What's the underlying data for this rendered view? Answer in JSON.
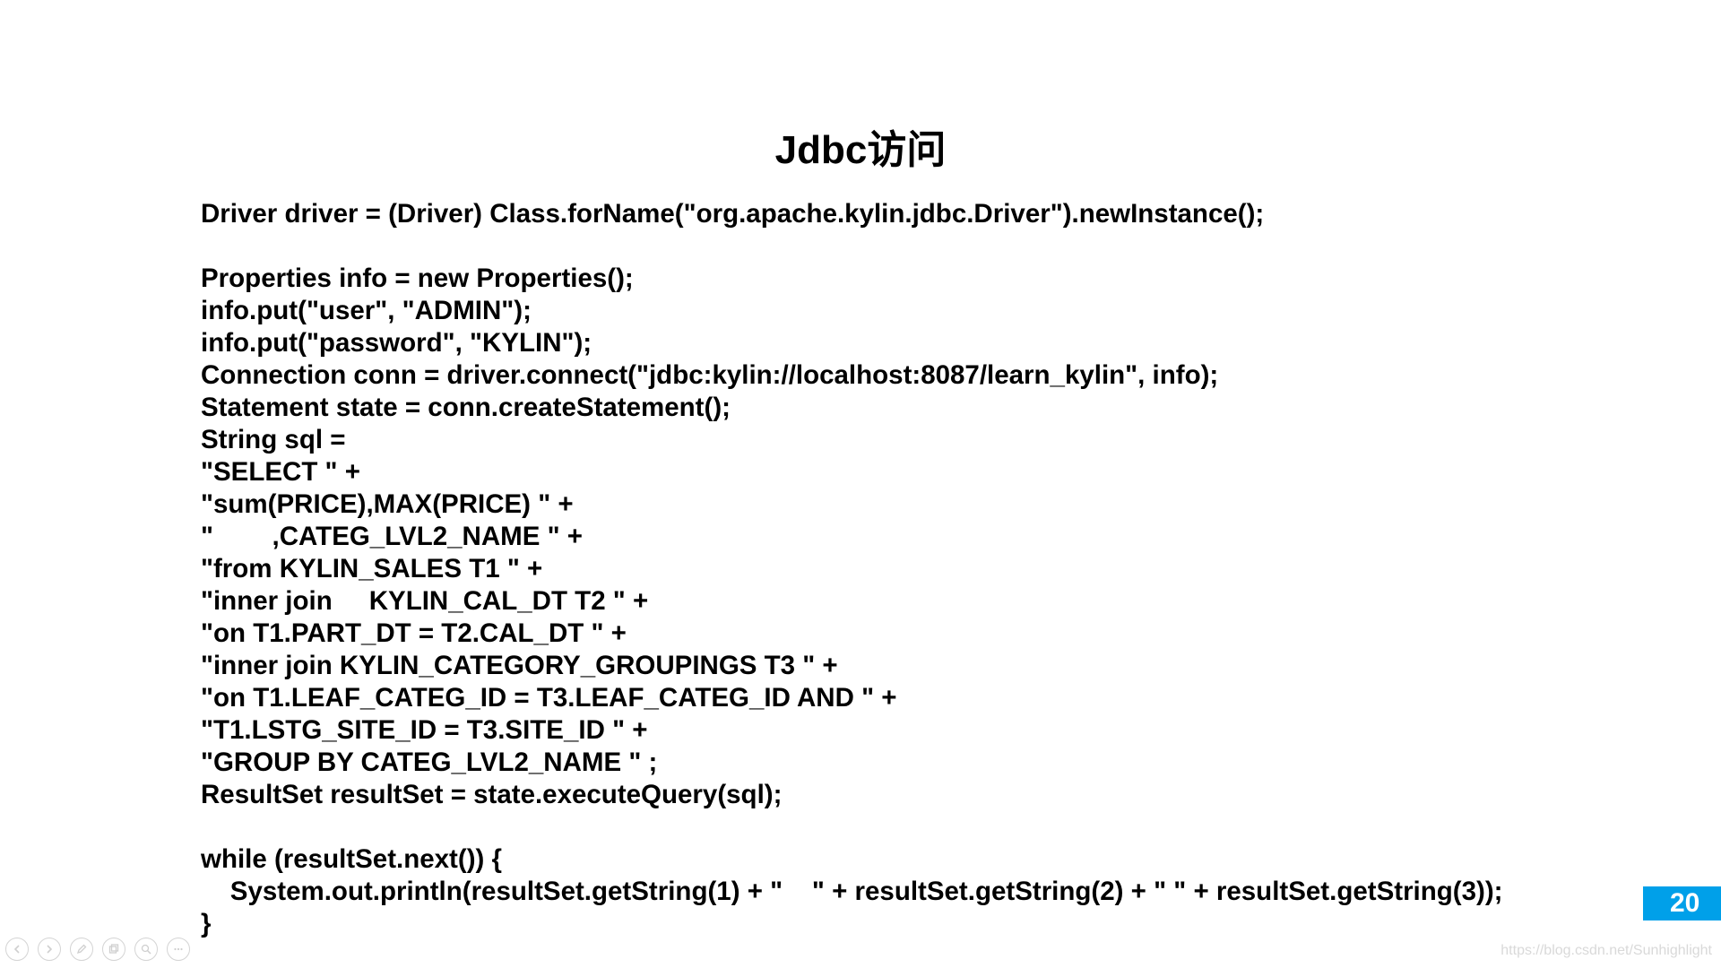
{
  "slide": {
    "title": "Jdbc访问",
    "page_number": "20",
    "watermark": "https://blog.csdn.net/Sunhighlight",
    "accent_color": "#00a0e9"
  },
  "code": {
    "lines": [
      "Driver driver = (Driver) Class.forName(\"org.apache.kylin.jdbc.Driver\").newInstance();",
      "",
      "Properties info = new Properties();",
      "info.put(\"user\", \"ADMIN\");",
      "info.put(\"password\", \"KYLIN\");",
      "Connection conn = driver.connect(\"jdbc:kylin://localhost:8087/learn_kylin\", info);",
      "Statement state = conn.createStatement();",
      "String sql =",
      "\"SELECT \" +",
      "\"sum(PRICE),MAX(PRICE) \" +",
      "\"        ,CATEG_LVL2_NAME \" +",
      "\"from KYLIN_SALES T1 \" +",
      "\"inner join     KYLIN_CAL_DT T2 \" +",
      "\"on T1.PART_DT = T2.CAL_DT \" +",
      "\"inner join KYLIN_CATEGORY_GROUPINGS T3 \" +",
      "\"on T1.LEAF_CATEG_ID = T3.LEAF_CATEG_ID AND \" +",
      "\"T1.LSTG_SITE_ID = T3.SITE_ID \" +",
      "\"GROUP BY CATEG_LVL2_NAME \" ;",
      "ResultSet resultSet = state.executeQuery(sql);",
      "",
      "while (resultSet.next()) {",
      "    System.out.println(resultSet.getString(1) + \"    \" + resultSet.getString(2) + \" \" + resultSet.getString(3));",
      "}"
    ]
  },
  "nav": {
    "buttons": [
      {
        "name": "previous-slide-icon"
      },
      {
        "name": "next-slide-icon"
      },
      {
        "name": "pen-icon"
      },
      {
        "name": "slides-overview-icon"
      },
      {
        "name": "zoom-icon"
      },
      {
        "name": "more-options-icon"
      }
    ]
  }
}
